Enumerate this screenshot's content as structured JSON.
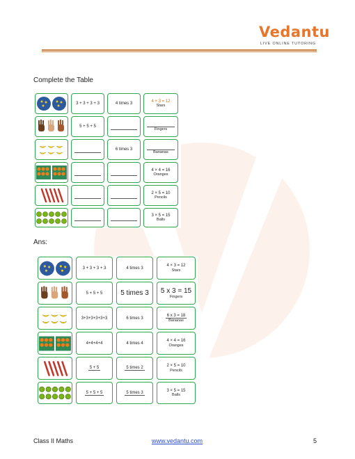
{
  "brand": {
    "name": "Vedantu",
    "tagline": "LIVE ONLINE TUTORING",
    "color": "#e8762a"
  },
  "question": {
    "heading": "Complete the Table"
  },
  "answer": {
    "heading": "Ans:"
  },
  "icons": [
    "buttons-icon",
    "hands-icon",
    "bananas-icon",
    "oranges-icon",
    "pencils-icon",
    "balls-icon"
  ],
  "question_rows": [
    {
      "addition": "3 + 3 + 3 + 3",
      "times": "4 times 3",
      "mult": "4 × 3 = 12",
      "label": "Stars"
    },
    {
      "addition": "5 + 5 + 5",
      "times": "",
      "mult": "",
      "label": "Fingers"
    },
    {
      "addition": "",
      "times": "6 times 3",
      "mult": "",
      "label": "Bananas"
    },
    {
      "addition": "",
      "times": "",
      "mult": "4 × 4 = 16",
      "label": "Oranges"
    },
    {
      "addition": "",
      "times": "",
      "mult": "2 × 5 = 10",
      "label": "Pencils"
    },
    {
      "addition": "",
      "times": "",
      "mult": "3 × 5 = 15",
      "label": "Balls"
    }
  ],
  "answer_rows": [
    {
      "addition": "3 + 3 + 3 + 3",
      "times": "4 times 3",
      "mult": "4 × 3 = 12",
      "label": "Stars"
    },
    {
      "addition": "5 + 5 + 5",
      "times": "5 times 3",
      "mult": "5 x 3 = 15",
      "label": "Fingers"
    },
    {
      "addition": "3+3+3+3+3+3",
      "times": "6 times 3",
      "mult": "6 x 3 = 18",
      "label": "Bananas"
    },
    {
      "addition": "4+4+4+4",
      "times": "4 times 4",
      "mult": "4 × 4 = 16",
      "label": "Oranges"
    },
    {
      "addition": "5 + 5",
      "times": "5 times 2",
      "mult": "2 × 5 = 10",
      "label": "Pencils"
    },
    {
      "addition": "5 + 5 + 5",
      "times": "5 times 3",
      "mult": "3 × 5 = 15",
      "label": "Balls"
    }
  ],
  "footer": {
    "left": "Class II Maths",
    "link": "www.vedantu.com ",
    "page": "5"
  }
}
